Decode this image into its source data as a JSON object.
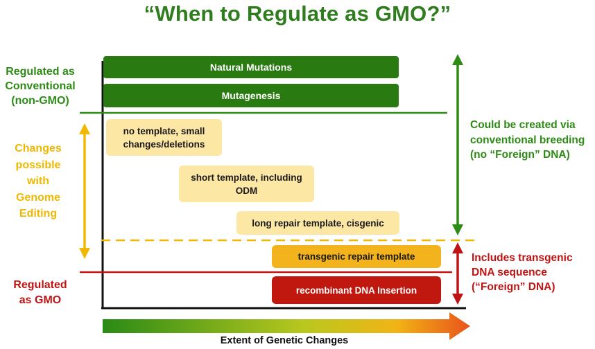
{
  "title": "“When to Regulate as GMO?”",
  "left_labels": {
    "conventional": [
      "Regulated as",
      "Conventional",
      "(non-GMO)"
    ],
    "genome_editing": [
      "Changes",
      "possible",
      "with",
      "Genome",
      "Editing"
    ],
    "gmo": [
      "Regulated",
      "as GMO"
    ]
  },
  "bars": {
    "natural_mutations": "Natural Mutations",
    "mutagenesis": "Mutagenesis"
  },
  "boxes": {
    "no_template": [
      "no template, small",
      "changes/deletions"
    ],
    "short_template": [
      "short template, including",
      "ODM"
    ],
    "long_repair": "long repair template, cisgenic",
    "transgenic_repair": "transgenic repair template",
    "recombinant": "recombinant DNA Insertion"
  },
  "right_labels": {
    "conventional_breeding": [
      "Could be created via",
      "conventional breeding",
      "(no “Foreign” DNA)"
    ],
    "transgenic": [
      "Includes transgenic",
      "DNA sequence",
      "(“Foreign” DNA)"
    ]
  },
  "x_axis_label": "Extent of Genetic Changes",
  "colors": {
    "green": "#2e8b16",
    "dark_green": "#2a7a12",
    "yellow": "#f0b800",
    "red": "#c01414",
    "light_yellow": "#fde7a4",
    "orange": "#f3b31c"
  }
}
